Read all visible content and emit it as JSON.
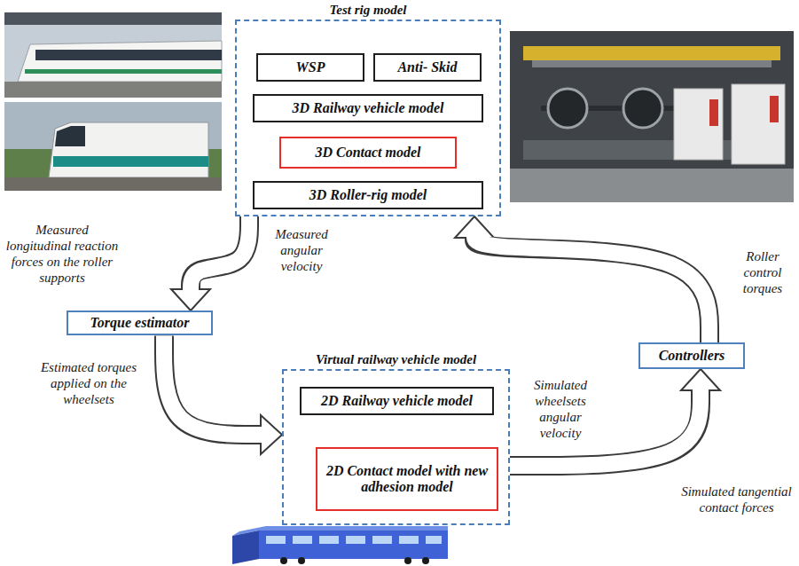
{
  "diagram": {
    "nodes": [
      {
        "text": [
          "Test rig model"
        ]
      },
      {
        "text": [
          "WSP"
        ],
        "in": 0
      },
      {
        "text": [
          "Anti- Skid"
        ],
        "in": 0
      },
      {
        "text": [
          "3D Railway vehicle model"
        ],
        "in": 0
      },
      {
        "text": [
          "3D Contact model"
        ],
        "in": 0
      },
      {
        "text": [
          "3D Roller-rig model"
        ],
        "in": 0
      },
      {
        "text": [
          "Torque estimator"
        ]
      },
      {
        "text": [
          "Virtual railway vehicle model"
        ]
      },
      {
        "text": [
          "2D Railway vehicle model"
        ],
        "in": 7
      },
      {
        "text": [
          "2D Contact model with new adhesion model"
        ],
        "in": 7
      },
      {
        "text": [
          "Controllers"
        ]
      }
    ],
    "edges": [
      {
        "from": 0,
        "to": 6,
        "arrow": "to",
        "label": "Measured longitudinal reaction forces on the roller supports"
      },
      {
        "from": 6,
        "to": 7,
        "arrow": "to",
        "label": "Estimated torques applied on the wheelsets"
      },
      {
        "from": 7,
        "to": 10,
        "arrow": "to",
        "label": "Simulated wheelsets angular velocity"
      },
      {
        "from": 10,
        "to": 0,
        "arrow": "to",
        "label": "Roller control torques"
      }
    ],
    "labels": [
      "Measured angular velocity",
      "Simulated tangential contact forces"
    ]
  }
}
